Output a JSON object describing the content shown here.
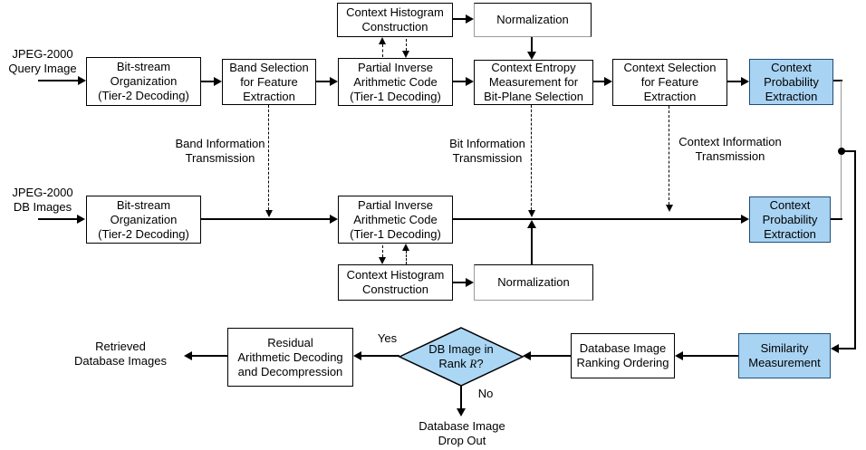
{
  "flowchart": {
    "query_row": {
      "input_label": "JPEG-2000\nQuery Image",
      "bitstream": "Bit-stream\nOrganization\n(Tier-2 Decoding)",
      "band_selection": "Band Selection\nfor Feature\nExtraction",
      "partial_inverse": "Partial Inverse\nArithmetic Code\n(Tier-1 Decoding)",
      "context_histogram": "Context Histogram\nConstruction",
      "normalization": "Normalization",
      "context_entropy": "Context Entropy\nMeasurement for\nBit-Plane Selection",
      "context_selection": "Context Selection\nfor Feature\nExtraction",
      "context_probability": "Context\nProbability\nExtraction"
    },
    "db_row": {
      "input_label": "JPEG-2000\nDB Images",
      "bitstream": "Bit-stream\nOrganization\n(Tier-2 Decoding)",
      "partial_inverse": "Partial Inverse\nArithmetic Code\n(Tier-1 Decoding)",
      "context_histogram": "Context Histogram\nConstruction",
      "normalization": "Normalization",
      "context_probability": "Context\nProbability\nExtraction"
    },
    "transmission_labels": {
      "band": "Band Information\nTransmission",
      "bit": "Bit Information\nTransmission",
      "context": "Context Information\nTransmission"
    },
    "bottom_row": {
      "similarity": "Similarity\nMeasurement",
      "ranking": "Database Image\nRanking Ordering",
      "decision_line1": "DB Image in",
      "decision_rank_prefix": "Rank ",
      "decision_rank_var": "R",
      "decision_rank_suffix": "?",
      "yes": "Yes",
      "no": "No",
      "residual": "Residual\nArithmetic Decoding\nand Decompression",
      "retrieved_label": "Retrieved\nDatabase Images",
      "dropout_label": "Database Image\nDrop Out"
    },
    "colors": {
      "highlight_fill": "#a8d3f3",
      "highlight_border": "#1f4e79",
      "diamond_fill": "#abd7f5",
      "box_border": "#000000",
      "line_color": "#000000",
      "connector_gray": "#999999"
    }
  }
}
